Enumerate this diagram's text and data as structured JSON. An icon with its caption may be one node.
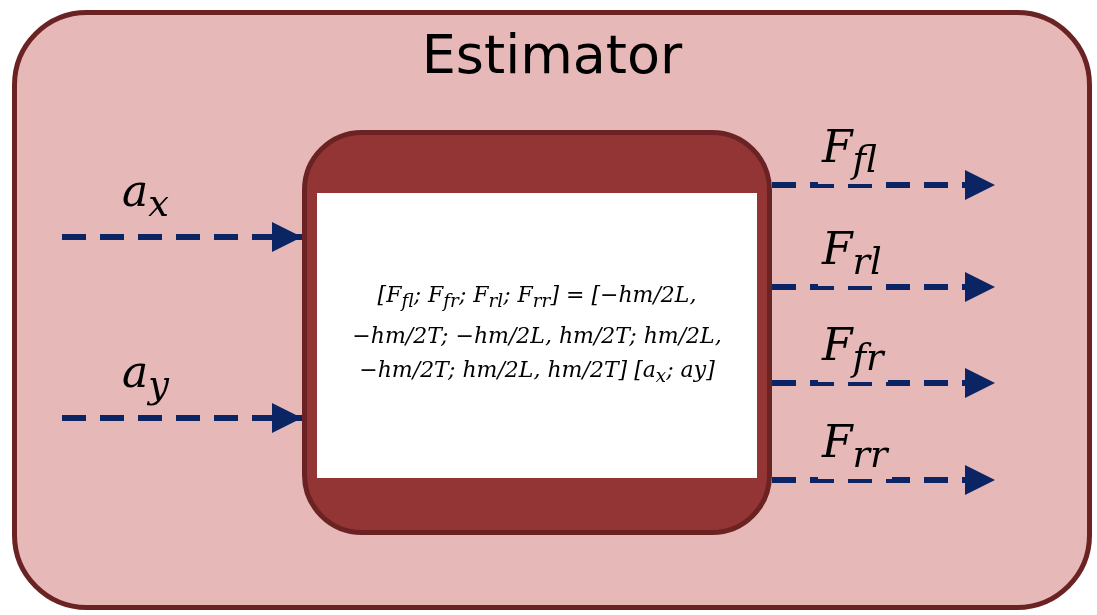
{
  "diagram": {
    "nodes": [
      {
        "text": [
          "Estimator"
        ]
      },
      {
        "text": [
          "[F$_{fl}$; F$_{fr}$; F$_{rl}$; F$_{rr}$] = [−hm/2L, −hm/2T; −hm/2L, hm/2T; hm/2L, −hm/2T; hm/2L, hm/2T] [a$_{x}$; ay]"
        ],
        "in": 0
      }
    ],
    "edges": [
      {
        "from": null,
        "to": 1,
        "arrow": "to",
        "label": "a$_{x}$",
        "style": "dashed"
      },
      {
        "from": null,
        "to": 1,
        "arrow": "to",
        "label": "a$_{y}$",
        "style": "dashed"
      },
      {
        "from": 1,
        "to": null,
        "arrow": "to",
        "label": "F$_{fl}$",
        "style": "dashed"
      },
      {
        "from": 1,
        "to": null,
        "arrow": "to",
        "label": "F$_{rl}$",
        "style": "dashed"
      },
      {
        "from": 1,
        "to": null,
        "arrow": "to",
        "label": "F$_{fr}$",
        "style": "dashed"
      },
      {
        "from": 1,
        "to": null,
        "arrow": "to",
        "label": "F$_{rr}$",
        "style": "dashed"
      }
    ]
  }
}
